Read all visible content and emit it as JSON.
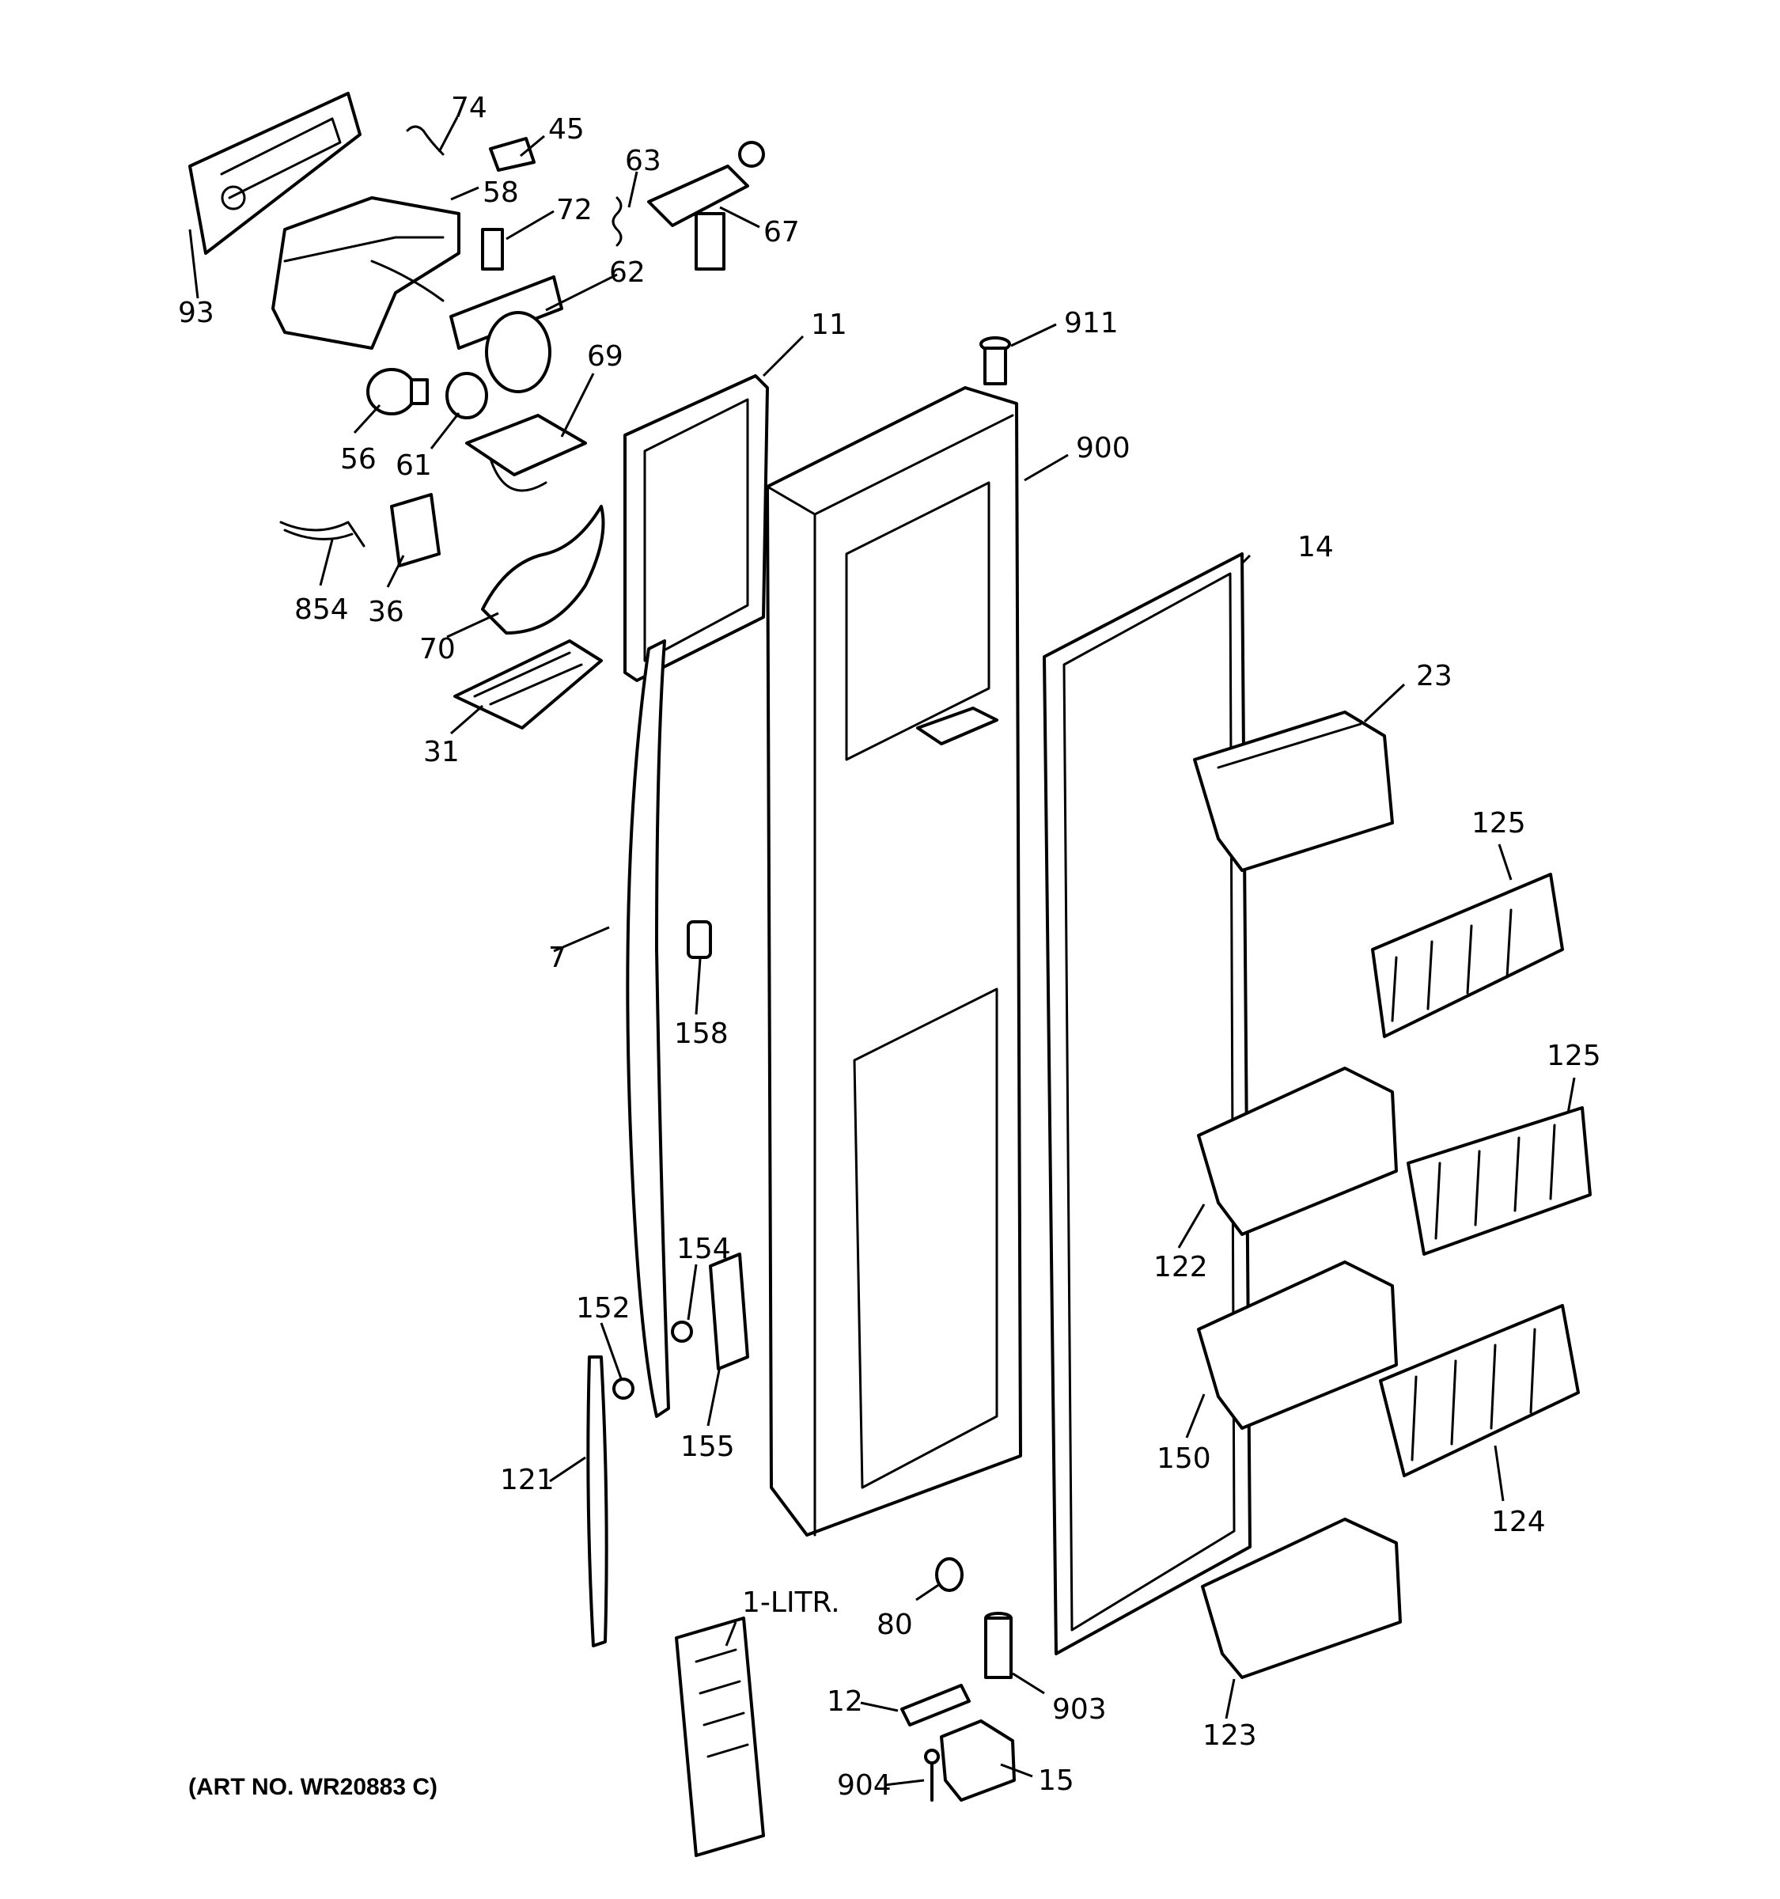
{
  "diagram": {
    "art_number": "(ART NO. WR20883 C)",
    "callouts": {
      "p74": "74",
      "p45": "45",
      "p63": "63",
      "p58": "58",
      "p72": "72",
      "p67": "67",
      "p93": "93",
      "p62": "62",
      "p11": "11",
      "p911": "911",
      "p69": "69",
      "p56": "56",
      "p61": "61",
      "p900": "900",
      "p854": "854",
      "p36": "36",
      "p14": "14",
      "p70": "70",
      "p23": "23",
      "p31": "31",
      "p125a": "125",
      "p7": "7",
      "p158": "158",
      "p125b": "125",
      "p154": "154",
      "p122": "122",
      "p152": "152",
      "p155": "155",
      "p150": "150",
      "p124": "124",
      "p121": "121",
      "p1litr": "1-LITR.",
      "p80": "80",
      "p12": "12",
      "p903": "903",
      "p123": "123",
      "p904": "904",
      "p15": "15"
    }
  }
}
